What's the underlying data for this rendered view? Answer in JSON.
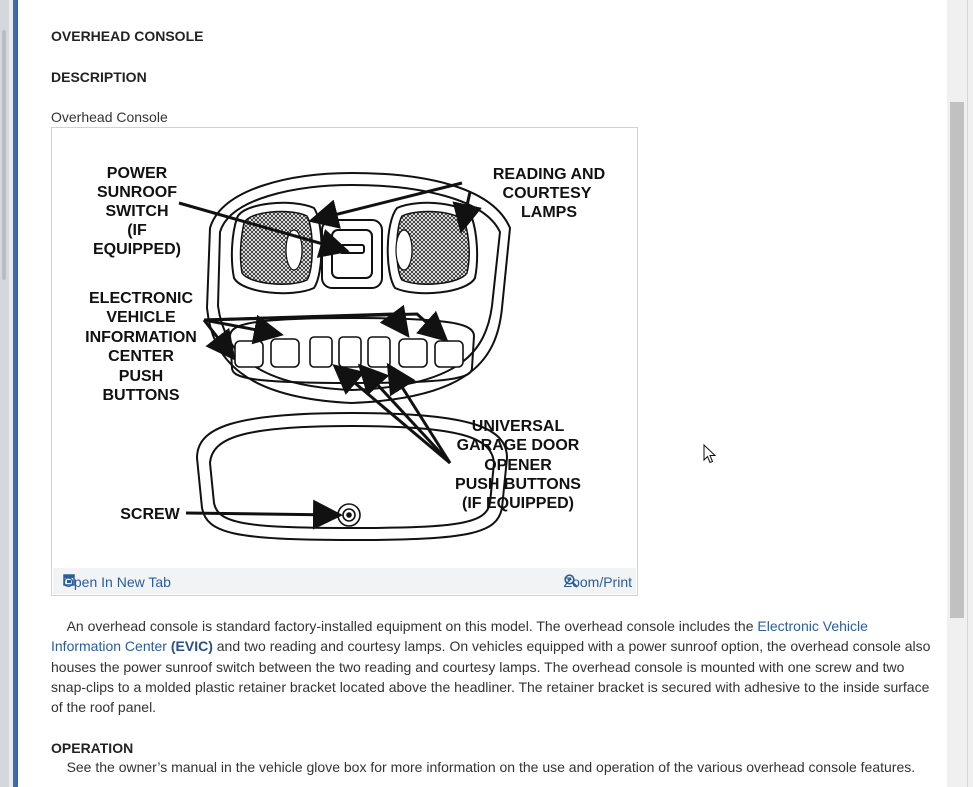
{
  "headings": {
    "title": "OVERHEAD CONSOLE",
    "description": "DESCRIPTION",
    "operation": "OPERATION"
  },
  "figure": {
    "caption": "Overhead Console",
    "labels": {
      "sunroof": [
        "POWER",
        "SUNROOF",
        "SWITCH",
        "(IF",
        "EQUIPPED)"
      ],
      "lamps": [
        "READING AND",
        "COURTESY",
        "LAMPS"
      ],
      "evic": [
        "ELECTRONIC",
        "VEHICLE",
        "INFORMATION",
        "CENTER",
        "PUSH",
        "BUTTONS"
      ],
      "garage": [
        "UNIVERSAL",
        "GARAGE DOOR",
        "OPENER",
        "PUSH BUTTONS",
        "(IF EQUIPPED)"
      ],
      "screw": "SCREW"
    },
    "open_tab_label": "Open In New Tab",
    "zoom_label": "Zoom/Print"
  },
  "description_text": {
    "part1": "An overhead console is standard factory-installed equipment on this model. The overhead console includes the ",
    "link": "Electronic Vehicle Information Center",
    "paren_open": " (",
    "abbr": "EVIC",
    "paren_close": ")",
    "part2": " and two reading and courtesy lamps. On vehicles equipped with a power sunroof option, the overhead console also houses the power sunroof switch between the two reading and courtesy lamps. The overhead console is mounted with one screw and two snap-clips to a molded plastic retainer bracket located above the headliner. The retainer bracket is secured with adhesive to the inside surface of the roof panel."
  },
  "operation_text": "See the owner’s manual in the vehicle glove box for more information on the use and operation of the various overhead console features."
}
